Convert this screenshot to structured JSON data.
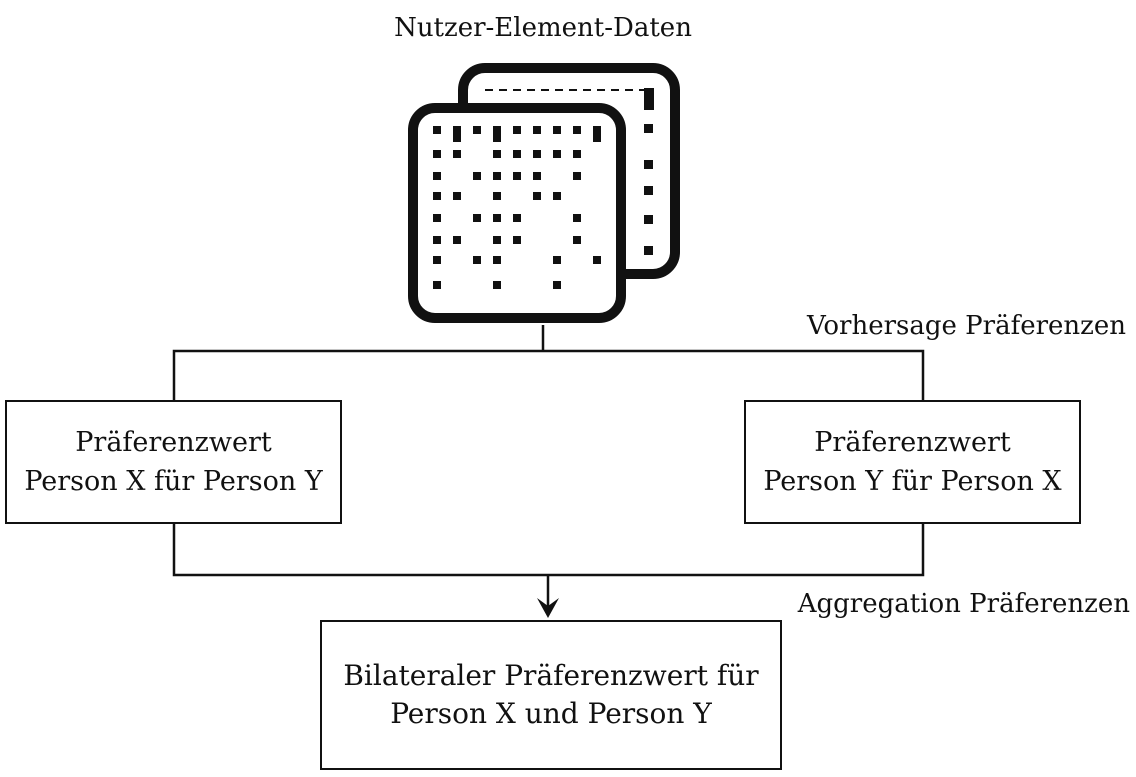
{
  "title": "Nutzer-Element-Daten",
  "predict_label": "Vorhersage Präferenzen",
  "aggregate_label": "Aggregation Präferenzen",
  "left_box": {
    "line1": "Präferenzwert",
    "line2": "Person X für Person Y"
  },
  "right_box": {
    "line1": "Präferenzwert",
    "line2": "Person Y für Person X"
  },
  "bottom_box": {
    "line1": "Bilateraler Präferenzwert für",
    "line2": "Person X und Person Y"
  },
  "icons": {
    "data_matrix": "data-matrix-icon"
  },
  "colors": {
    "line": "#111111",
    "background": "#ffffff"
  }
}
